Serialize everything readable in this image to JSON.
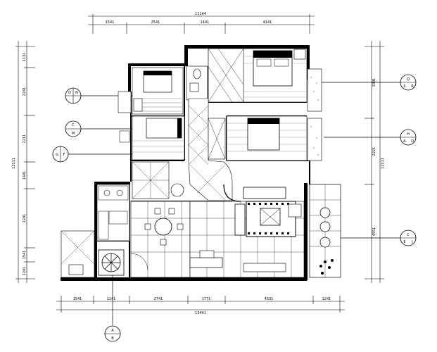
{
  "drawing": {
    "top_dims": {
      "overall": "11144",
      "segments": [
        "1541",
        "2541",
        "1441",
        "4141"
      ]
    },
    "bottom_dims": {
      "overall": "13441",
      "segments": [
        "1541",
        "1141",
        "2741",
        "1771",
        "4331",
        "1241"
      ]
    },
    "left_dims": {
      "overall": "12111",
      "segments": [
        "1131",
        "2241",
        "2211",
        "1441",
        "2241",
        "1541",
        "1241"
      ]
    },
    "right_dims": {
      "overall": "12111",
      "segments": [
        "3391",
        "2221",
        "4551"
      ]
    },
    "section_markers": {
      "left_1": [
        "D",
        "N"
      ],
      "left_2": [
        "C",
        "M"
      ],
      "left_3": [
        "G",
        "F"
      ],
      "right_1": [
        "Q",
        "S",
        "R"
      ],
      "right_2": [
        "H",
        "A",
        "D"
      ],
      "right_3": [
        "C",
        "E",
        "J"
      ],
      "bottom": [
        "A",
        "B"
      ]
    },
    "rooms": {
      "bedroom_1": "",
      "bedroom_2": "",
      "master_bedroom": "",
      "second_bedroom": "",
      "kitchen": "",
      "living_room": ""
    }
  }
}
